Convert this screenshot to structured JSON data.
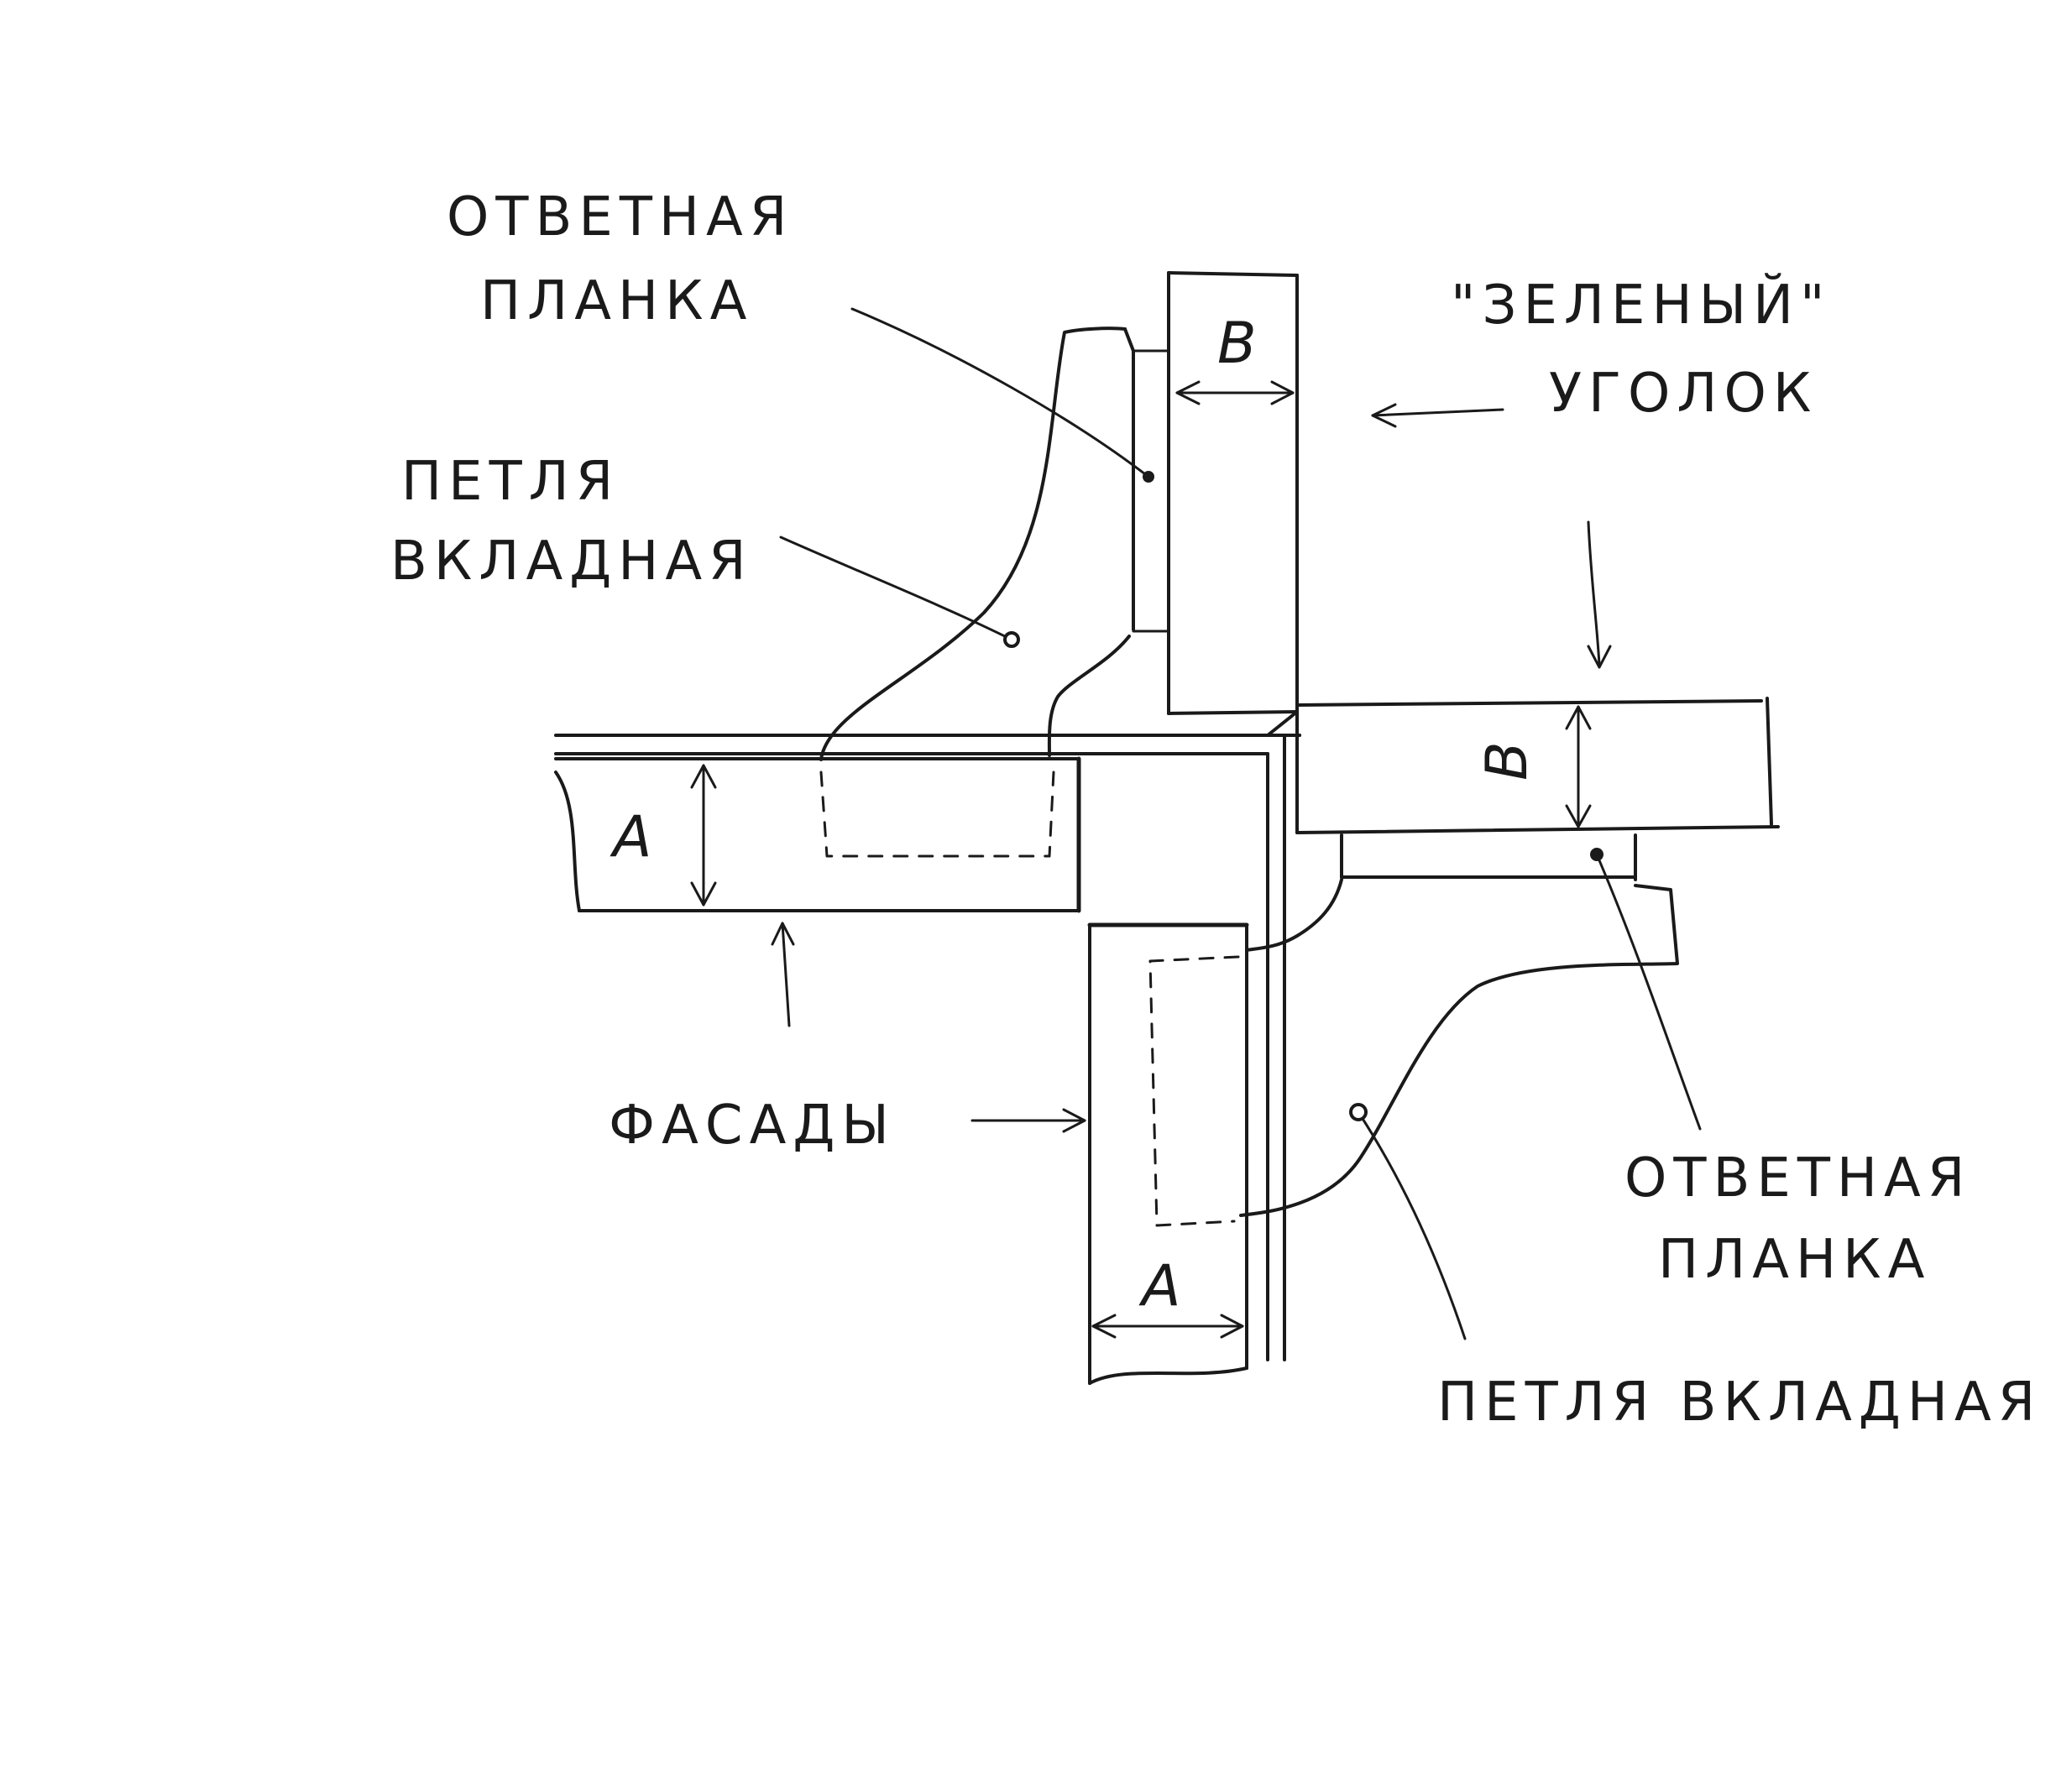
{
  "labels": {
    "counter_plate_top": [
      "ОТВЕТНАЯ",
      "ПЛАНКА"
    ],
    "hinge_top": [
      "ПЕТЛЯ",
      "ВКЛАДНАЯ"
    ],
    "green_corner": [
      "\"ЗЕЛЕНЫЙ\"",
      "УГОЛОК"
    ],
    "facades": "ФАСАДЫ",
    "counter_plate_bottom": [
      "ОТВЕТНАЯ",
      "ПЛАНКА"
    ],
    "hinge_bottom": "ПЕТЛЯ ВКЛАДНАЯ"
  },
  "dimensions": {
    "b_top": "В",
    "b_right": "В",
    "a_left": "А",
    "a_bottom": "А"
  },
  "colors": {
    "ink": "#1a1a1a",
    "paper": "#ffffff"
  }
}
